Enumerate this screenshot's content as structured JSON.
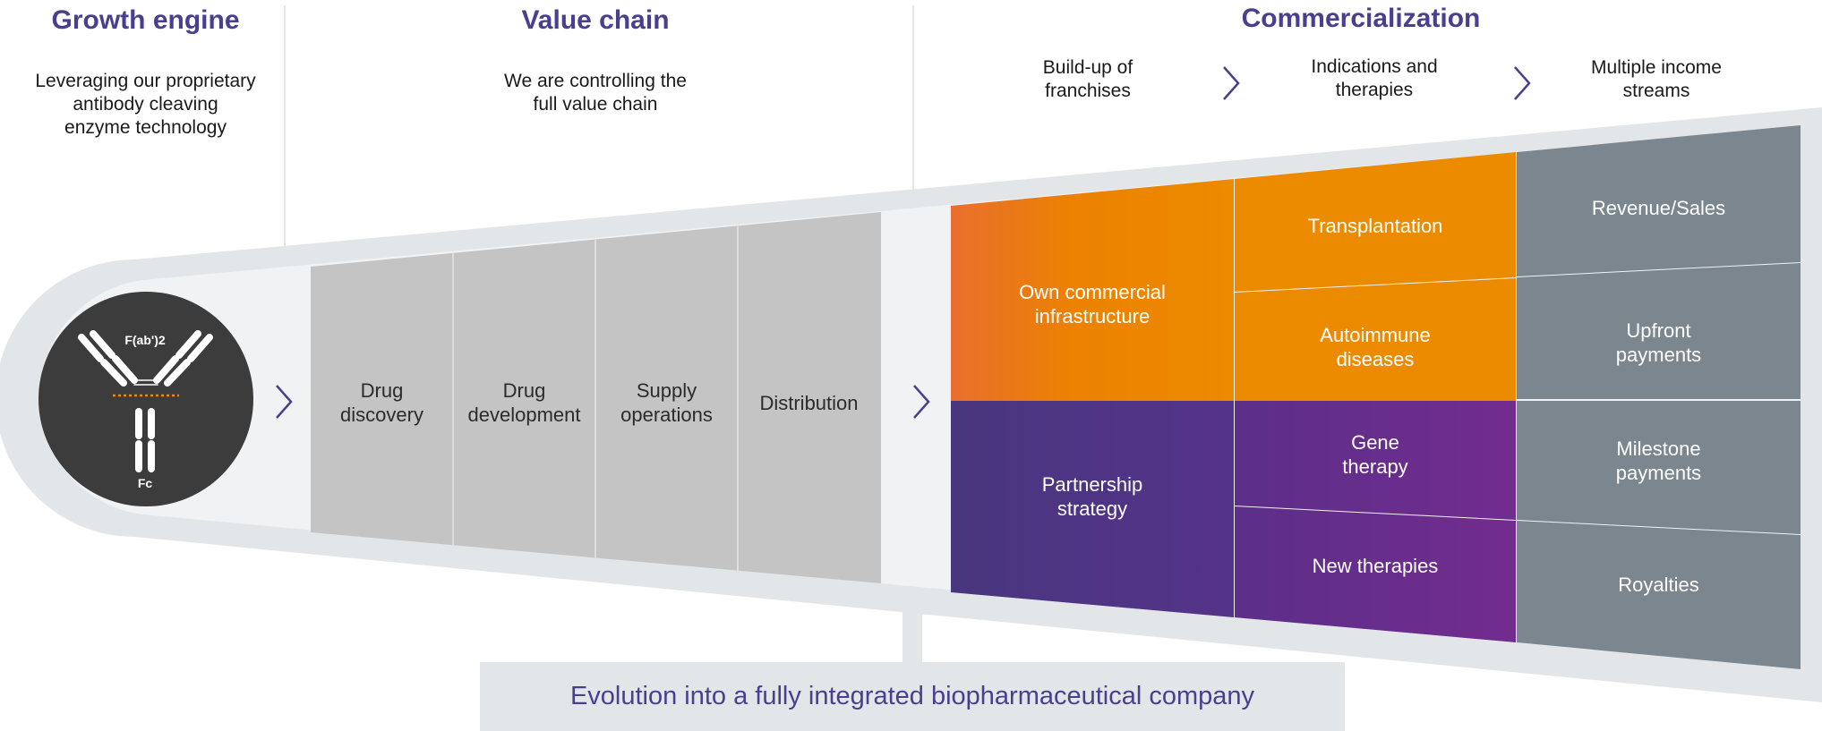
{
  "sections": {
    "growth": {
      "title": "Growth engine",
      "subtitle": "Leveraging our proprietary\nantibody cleaving\nenzyme technology"
    },
    "value": {
      "title": "Value chain",
      "subtitle": "We are controlling the\nfull value chain"
    },
    "commercial": {
      "title": "Commercialization",
      "steps": [
        "Build-up of\nfranchises",
        "Indications and\ntherapies",
        "Multiple income\nstreams"
      ]
    }
  },
  "antibody": {
    "top_label": "F(ab')2",
    "bottom_label": "Fc"
  },
  "value_chain": [
    "Drug\ndiscovery",
    "Drug\ndevelopment",
    "Supply\noperations",
    "Distribution"
  ],
  "franchises": [
    "Own commercial\ninfrastructure",
    "Partnership\nstrategy"
  ],
  "indications": [
    "Transplantation",
    "Autoimmune\ndiseases",
    "Gene\ntherapy",
    "New therapies"
  ],
  "income": [
    "Revenue/Sales",
    "Upfront\npayments",
    "Milestone\npayments",
    "Royalties"
  ],
  "footer": "Evolution into a fully integrated biopharmaceutical company",
  "colors": {
    "accent": "#4a3f8f",
    "orange": "#ec8a00",
    "purple": "#5a3489",
    "slate": "#7b868e",
    "grey": "#c4c4c4",
    "funnel": "#e3e6e8"
  }
}
